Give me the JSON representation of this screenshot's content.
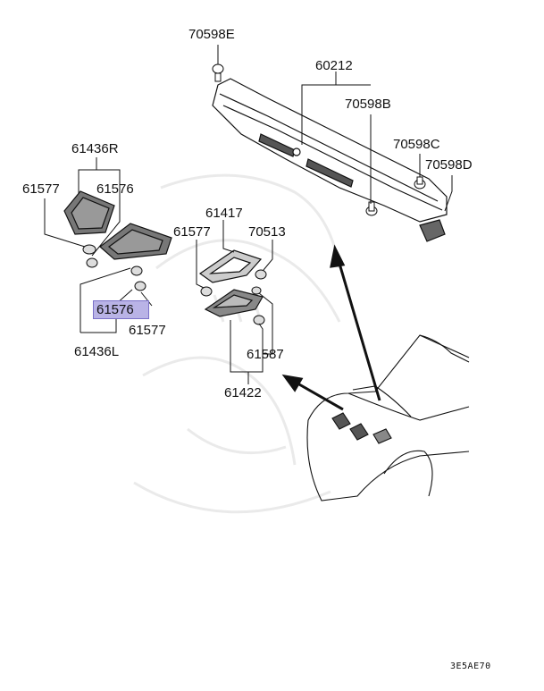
{
  "diagram": {
    "labels": {
      "p70598E": "70598E",
      "p60212": "60212",
      "p70598B": "70598B",
      "p70598C": "70598C",
      "p70598D": "70598D",
      "p61436R": "61436R",
      "p61577_left": "61577",
      "p61576_top": "61576",
      "p61417": "61417",
      "p61577_mid": "61577",
      "p70513": "70513",
      "p61576_selected": "61576",
      "p61577_low": "61577",
      "p61436L": "61436L",
      "p61587": "61587",
      "p61422": "61422"
    },
    "code": "3E5AE70",
    "colors": {
      "highlight": "#b9b3e6",
      "ink": "#111111",
      "watermark": "#e6e6e6"
    }
  }
}
